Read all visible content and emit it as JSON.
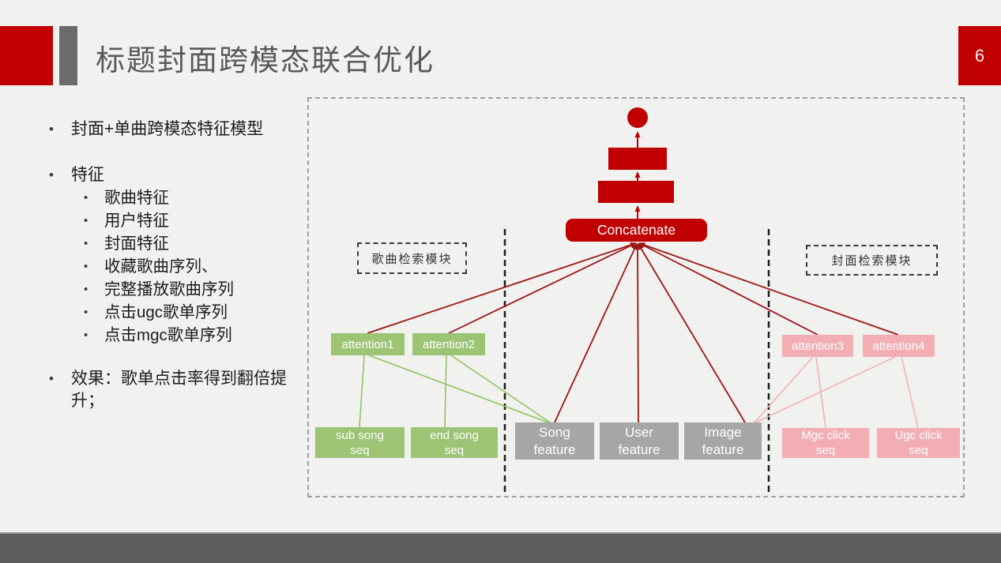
{
  "header": {
    "title": "标题封面跨模态联合优化",
    "page_number": "6"
  },
  "bullets": {
    "item1": "封面+单曲跨模态特征模型",
    "item2": "特征",
    "features": [
      "歌曲特征",
      "用户特征",
      "封面特征",
      "收藏歌曲序列、",
      "完整播放歌曲序列",
      "点击ugc歌单序列",
      "点击mgc歌单序列"
    ],
    "item3": "效果：歌单点击率得到翻倍提升；",
    "bullet_glyph": "•"
  },
  "diagram": {
    "concatenate": "Concatenate",
    "song_module": "歌曲检索模块",
    "cover_module": "封面检索模块",
    "attention1": "attention1",
    "attention2": "attention2",
    "attention3": "attention3",
    "attention4": "attention4",
    "sub_song_seq": "sub song seq",
    "end_song_seq": "end song seq",
    "song_feature": "Song feature",
    "user_feature": "User feature",
    "image_feature": "Image feature",
    "mgc_click_seq": "Mgc click seq",
    "ugc_click_seq": "Ugc click seq"
  },
  "colors": {
    "accent_red": "#c00000",
    "dark_red_line": "#9c1616",
    "green_box": "#9cc474",
    "green_line": "#8fc360",
    "pink_box": "#f2aeb3",
    "pink_line": "#f0b3b7",
    "gray_box": "#a6a6a6",
    "footer_gray": "#5e5e5e",
    "title_gray": "#595959"
  }
}
